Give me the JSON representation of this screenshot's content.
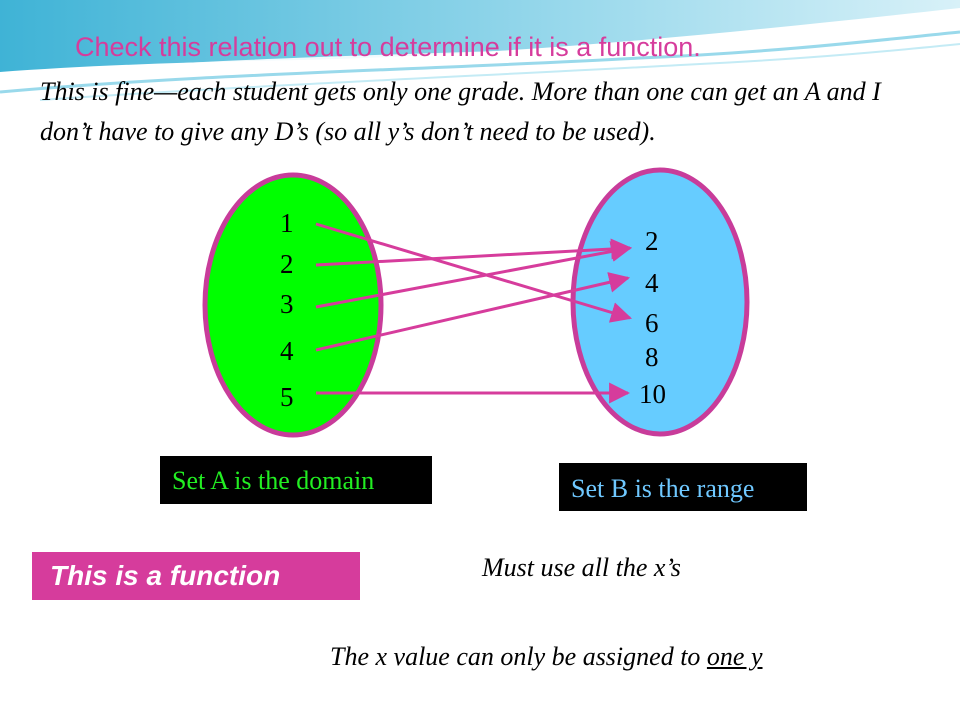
{
  "slide": {
    "title": "Check this relation out to determine if it is a function.",
    "intro": "This is fine—each student gets only one grade.  More than one can get an A and I don’t have to give any D’s (so all y’s don’t need to be used).",
    "domain_set": {
      "label": "Set A is the domain",
      "values": [
        "1",
        "2",
        "3",
        "4",
        "5"
      ],
      "color": "#00ff00"
    },
    "range_set": {
      "label": "Set B is the range",
      "values": [
        "2",
        "4",
        "6",
        "8",
        "10"
      ],
      "color": "#66ccff"
    },
    "mapping": [
      {
        "from": "1",
        "to": "6"
      },
      {
        "from": "2",
        "to": "2"
      },
      {
        "from": "3",
        "to": "2"
      },
      {
        "from": "4",
        "to": "4"
      },
      {
        "from": "5",
        "to": "10"
      }
    ],
    "conclusion": "This is a function",
    "note_x": "Must use all the x’s",
    "note_y_prefix": "The x value can only be assigned to ",
    "note_y_underlined": "one y",
    "colors": {
      "accent": "#d63c9c",
      "outline": "#c83c9a",
      "arrow": "#d63c9c"
    }
  }
}
